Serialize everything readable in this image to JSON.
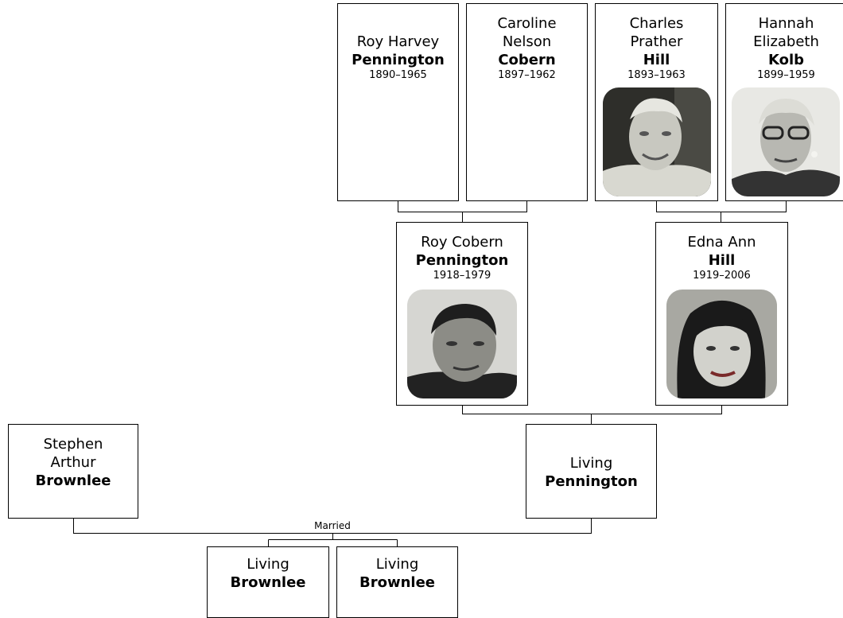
{
  "people": {
    "roy_harvey": {
      "given": "Roy Harvey",
      "surname": "Pennington",
      "dates": "1890–1965"
    },
    "caroline": {
      "given": "Caroline Nelson",
      "surname": "Cobern",
      "dates": "1897–1962"
    },
    "charles": {
      "given": "Charles Prather",
      "surname": "Hill",
      "dates": "1893–1963"
    },
    "hannah": {
      "given": "Hannah Elizabeth",
      "surname": "Kolb",
      "dates": "1899–1959"
    },
    "roy_cobern": {
      "given": "Roy Cobern",
      "surname": "Pennington",
      "dates": "1918–1979"
    },
    "edna": {
      "given": "Edna Ann",
      "surname": "Hill",
      "dates": "1919–2006"
    },
    "stephen": {
      "given": "Stephen Arthur",
      "surname": "Brownlee"
    },
    "living_pennington": {
      "given": "Living",
      "surname": "Pennington"
    },
    "child1": {
      "given": "Living",
      "surname": "Brownlee"
    },
    "child2": {
      "given": "Living",
      "surname": "Brownlee"
    }
  },
  "relationship_label": "Married"
}
